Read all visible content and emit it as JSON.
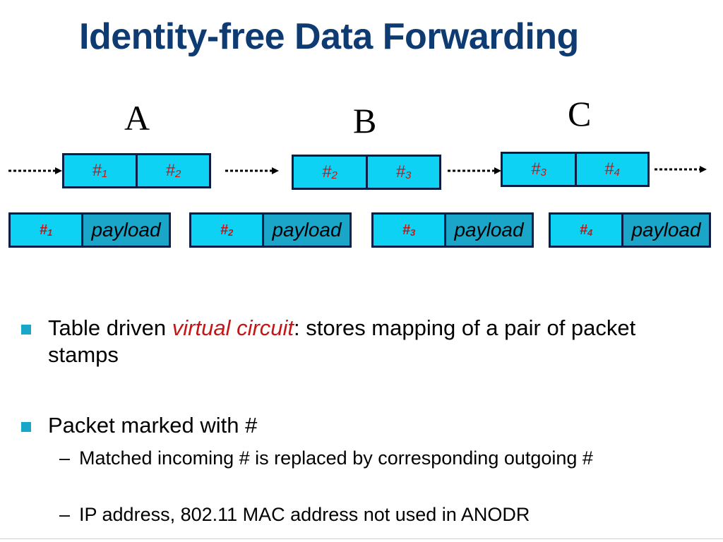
{
  "title": "Identity-free Data Forwarding",
  "nodes": [
    {
      "label": "A",
      "in_stamp": "#",
      "in_sub": "1",
      "out_stamp": "#",
      "out_sub": "2"
    },
    {
      "label": "B",
      "in_stamp": "#",
      "in_sub": "2",
      "out_stamp": "#",
      "out_sub": "3"
    },
    {
      "label": "C",
      "in_stamp": "#",
      "in_sub": "3",
      "out_stamp": "#",
      "out_sub": "4"
    }
  ],
  "packets": [
    {
      "stamp": "#",
      "sub": "1",
      "payload": "payload"
    },
    {
      "stamp": "#",
      "sub": "2",
      "payload": "payload"
    },
    {
      "stamp": "#",
      "sub": "3",
      "payload": "payload"
    },
    {
      "stamp": "#",
      "sub": "4",
      "payload": "payload"
    }
  ],
  "bullets": [
    {
      "pre": "Table driven ",
      "em": "virtual circuit",
      "post": ": stores mapping of a pair of packet stamps"
    },
    {
      "text": "Packet marked with #"
    }
  ],
  "sub_bullets": [
    {
      "dash": "–",
      "text": "Matched incoming # is replaced by corresponding outgoing #"
    },
    {
      "dash": "–",
      "text": "IP address, 802.11 MAC address not used in ANODR"
    }
  ],
  "colors": {
    "title": "#0f3b73",
    "stamp_fill": "#0ed2f3",
    "payload_fill": "#1aa6c9",
    "stamp_text": "#c51616",
    "border": "#0a1e47",
    "bullet_square": "#1aa6c9"
  }
}
